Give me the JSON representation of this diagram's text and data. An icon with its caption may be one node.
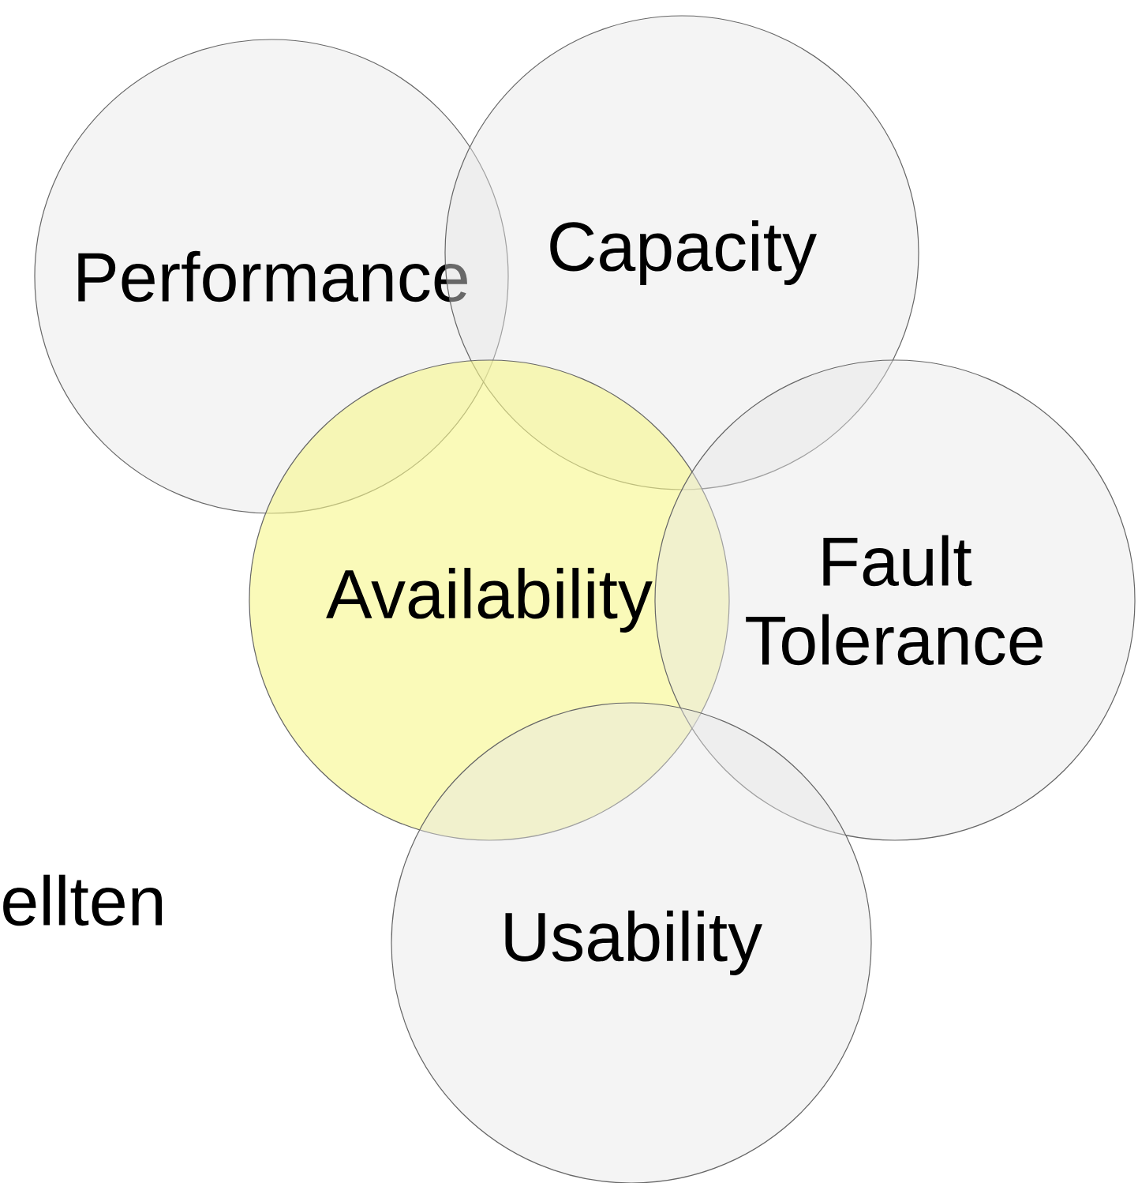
{
  "diagram": {
    "nodes": [
      {
        "text": [
          "Performance"
        ]
      },
      {
        "text": [
          "Capacity"
        ]
      },
      {
        "text": [
          "Availability"
        ]
      },
      {
        "text": [
          "Fault Tolerance"
        ]
      },
      {
        "text": [
          "Usability"
        ]
      }
    ],
    "labels": [
      "ellten"
    ]
  }
}
